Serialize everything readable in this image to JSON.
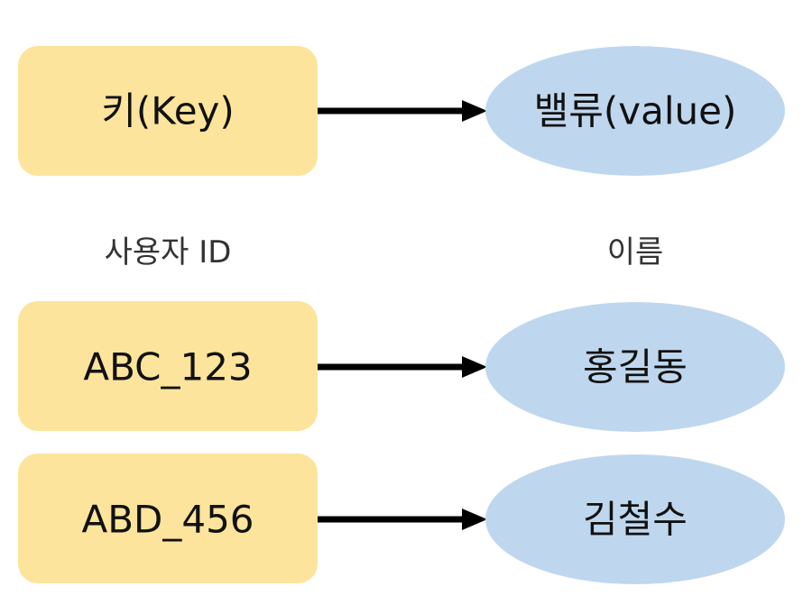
{
  "header": {
    "key": "키(Key)",
    "value": "밸류(value)"
  },
  "column_labels": {
    "key": "사용자 ID",
    "value": "이름"
  },
  "rows": [
    {
      "key": "ABC_123",
      "value": "홍길동"
    },
    {
      "key": "ABD_456",
      "value": "김철수"
    }
  ],
  "colors": {
    "key_fill": "#fde49c",
    "value_fill": "#bfd7ee",
    "arrow": "#000000"
  }
}
